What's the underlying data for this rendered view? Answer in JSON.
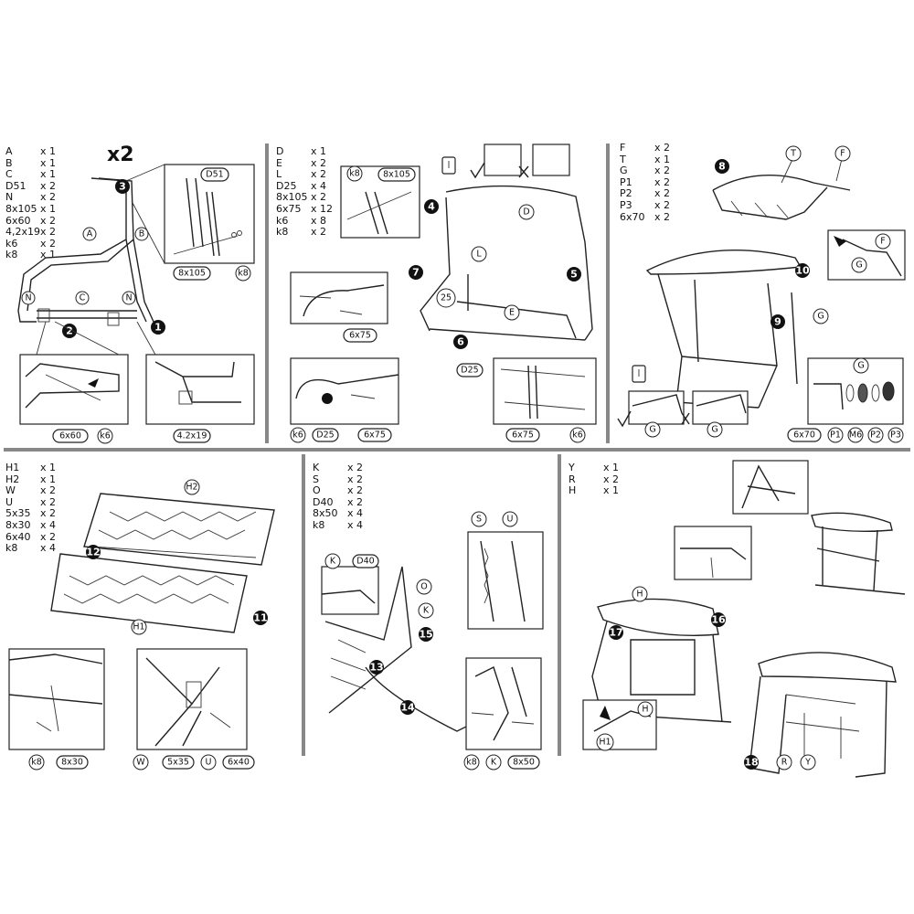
{
  "panels": [
    {
      "parts": [
        {
          "code": "A",
          "qty": "x 1"
        },
        {
          "code": "B",
          "qty": "x 1"
        },
        {
          "code": "C",
          "qty": "x 1"
        },
        {
          "code": "D51",
          "qty": "x 2"
        },
        {
          "code": "N",
          "qty": "x 2"
        },
        {
          "code": "8x105",
          "qty": "x 1"
        },
        {
          "code": "6x60",
          "qty": "x 2"
        },
        {
          "code": "4,2x19",
          "qty": "x 2"
        },
        {
          "code": "k6",
          "qty": "x 2"
        },
        {
          "code": "k8",
          "qty": "x 1"
        }
      ],
      "multiplier": "x2",
      "steps": [
        "1",
        "2",
        "3"
      ],
      "labels": {
        "a": "A",
        "b": "B",
        "c": "C",
        "n1": "N",
        "n2": "N",
        "d51": "D51",
        "bolt1": "8x105",
        "k8": "k8",
        "bolt2": "6x60",
        "k6": "k6",
        "screw": "4.2x19"
      }
    },
    {
      "parts": [
        {
          "code": "D",
          "qty": "x 1"
        },
        {
          "code": "E",
          "qty": "x 2"
        },
        {
          "code": "L",
          "qty": "x 2"
        },
        {
          "code": "D25",
          "qty": "x 4"
        },
        {
          "code": "8x105",
          "qty": "x 2"
        },
        {
          "code": "6x75",
          "qty": "x 12"
        },
        {
          "code": "k6",
          "qty": "x 8"
        },
        {
          "code": "k8",
          "qty": "x 2"
        }
      ],
      "steps": [
        "4",
        "5",
        "6",
        "7"
      ],
      "labels": {
        "k8": "k8",
        "bolt1": "8x105",
        "d": "D",
        "l": "L",
        "n25": "25",
        "e": "E",
        "bolt2": "6x75",
        "d25a": "D25",
        "k6a": "k6",
        "d25b": "D25",
        "bolt3": "6x75",
        "bolt4": "6x75",
        "k6b": "k6"
      }
    },
    {
      "parts": [
        {
          "code": "F",
          "qty": "x 2"
        },
        {
          "code": "T",
          "qty": "x 1"
        },
        {
          "code": "G",
          "qty": "x 2"
        },
        {
          "code": "P1",
          "qty": "x 2"
        },
        {
          "code": "P2",
          "qty": "x 2"
        },
        {
          "code": "P3",
          "qty": "x 2"
        },
        {
          "code": "6x70",
          "qty": "x 2"
        }
      ],
      "steps": [
        "8",
        "9",
        "10"
      ],
      "labels": {
        "t": "T",
        "f1": "F",
        "f2": "F",
        "g1": "G",
        "g2": "G",
        "g3": "G",
        "g4": "G",
        "g5": "G",
        "bolt": "6x70",
        "p1": "P1",
        "m6": "M6",
        "p2": "P2",
        "p3": "P3"
      }
    },
    {
      "parts": [
        {
          "code": "H1",
          "qty": "x 1"
        },
        {
          "code": "H2",
          "qty": "x 1"
        },
        {
          "code": "W",
          "qty": "x 2"
        },
        {
          "code": "U",
          "qty": "x 2"
        },
        {
          "code": "5x35",
          "qty": "x 2"
        },
        {
          "code": "8x30",
          "qty": "x 4"
        },
        {
          "code": "6x40",
          "qty": "x 2"
        },
        {
          "code": "k8",
          "qty": "x 4"
        }
      ],
      "steps": [
        "11",
        "12"
      ],
      "labels": {
        "h2": "H2",
        "h1": "H1",
        "k8": "k8",
        "bolt1": "8x30",
        "w": "W",
        "bolt2": "5x35",
        "u": "U",
        "bolt3": "6x40"
      }
    },
    {
      "parts": [
        {
          "code": "K",
          "qty": "x 2"
        },
        {
          "code": "S",
          "qty": "x 2"
        },
        {
          "code": "O",
          "qty": "x 2"
        },
        {
          "code": "D40",
          "qty": "x 2"
        },
        {
          "code": "8x50",
          "qty": "x 4"
        },
        {
          "code": "k8",
          "qty": "x 4"
        }
      ],
      "steps": [
        "13",
        "14",
        "15"
      ],
      "labels": {
        "k1": "K",
        "d40": "D40",
        "o": "O",
        "k2": "K",
        "s": "S",
        "u": "U",
        "k8": "k8",
        "k3": "K",
        "bolt": "8x50"
      }
    },
    {
      "parts": [
        {
          "code": "Y",
          "qty": "x 1"
        },
        {
          "code": "R",
          "qty": "x 2"
        },
        {
          "code": "H",
          "qty": "x 1"
        }
      ],
      "steps": [
        "16",
        "17",
        "18"
      ],
      "labels": {
        "h1": "H",
        "h2": "H",
        "h1b": "H1",
        "r": "R",
        "y": "Y"
      }
    }
  ],
  "colors": {
    "ink": "#111111",
    "divider": "#888888",
    "paper": "#ffffff"
  },
  "icons": [
    "check-icon",
    "cross-icon",
    "warning-icon",
    "arrow-icon"
  ]
}
